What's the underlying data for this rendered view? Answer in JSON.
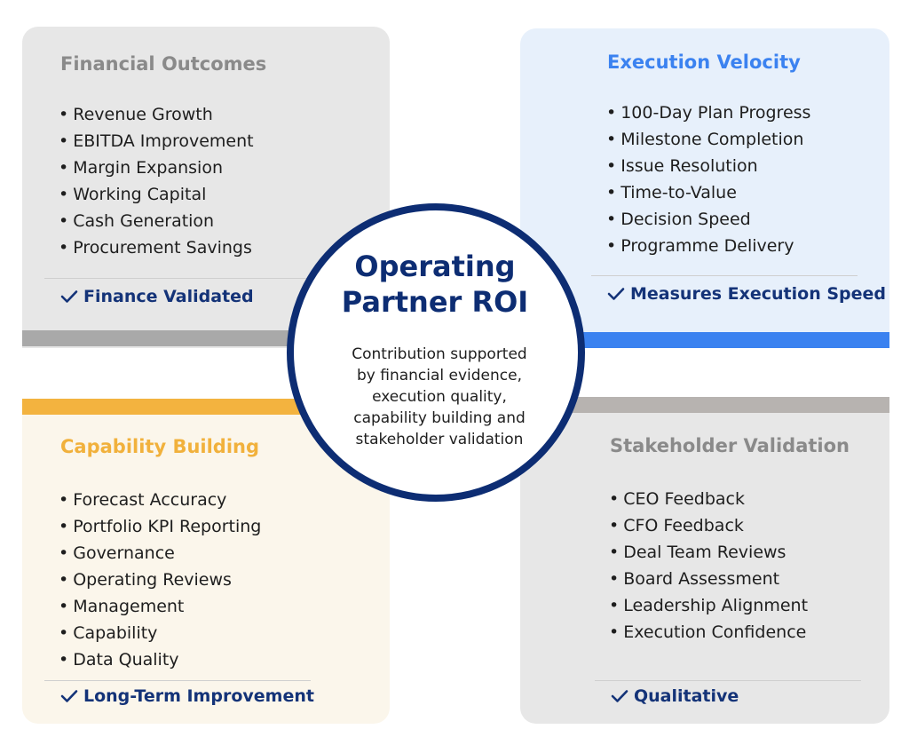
{
  "center": {
    "title_line1": "Operating",
    "title_line2": "Partner ROI",
    "description_lines": [
      "Contribution supported",
      "by financial evidence,",
      "execution quality,",
      "capability building and",
      "stakeholder validation"
    ]
  },
  "quadrants": {
    "financial": {
      "title": "Financial Outcomes",
      "items": [
        "Revenue Growth",
        "EBITDA Improvement",
        "Margin Expansion",
        "Working Capital",
        "Cash Generation",
        "Procurement Savings"
      ],
      "badge": "Finance Validated",
      "accent": "#a9a9a9"
    },
    "execution": {
      "title": "Execution Velocity",
      "items": [
        "100-Day Plan Progress",
        "Milestone Completion",
        "Issue Resolution",
        "Time-to-Value",
        "Decision Speed",
        "Programme Delivery"
      ],
      "badge": "Measures Execution Speed",
      "accent": "#3b82f0"
    },
    "capability": {
      "title": "Capability Building",
      "items": [
        "Forecast Accuracy",
        "Portfolio KPI Reporting",
        "Governance",
        "Operating Reviews",
        "Management",
        "Capability",
        "Data Quality"
      ],
      "badge": "Long-Term Improvement",
      "accent": "#f3b33f"
    },
    "stakeholder": {
      "title": "Stakeholder Validation",
      "items": [
        "CEO Feedback",
        "CFO Feedback",
        "Deal Team Reviews",
        "Board Assessment",
        "Leadership Alignment",
        "Execution Confidence"
      ],
      "badge": "Qualitative",
      "accent": "#b7b3b0"
    }
  },
  "bullet": "•",
  "icons": {
    "check": "check-icon"
  },
  "colors": {
    "navy": "#0d2d73"
  }
}
